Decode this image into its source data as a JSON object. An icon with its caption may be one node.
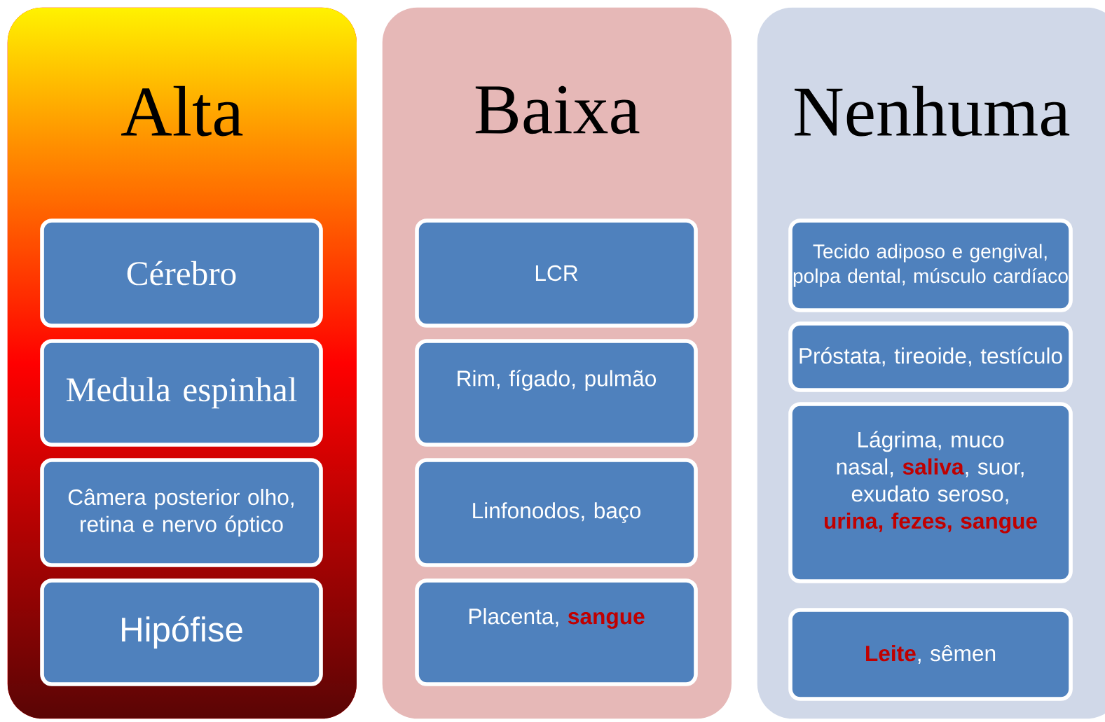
{
  "diagram": {
    "nodes": [
      {
        "text": [
          "Alta"
        ]
      },
      {
        "text": [
          "Cérebro"
        ],
        "in": 0
      },
      {
        "text": [
          "Medula espinhal"
        ],
        "in": 0
      },
      {
        "text": [
          "Câmera posterior olho, retina e nervo óptico"
        ],
        "in": 0
      },
      {
        "text": [
          "Hipófise"
        ],
        "in": 0
      },
      {
        "text": [
          "Baixa"
        ]
      },
      {
        "text": [
          "LCR"
        ],
        "in": 5
      },
      {
        "text": [
          "Rim, fígado, pulmão"
        ],
        "in": 5
      },
      {
        "text": [
          "Linfonodos, baço"
        ],
        "in": 5
      },
      {
        "text": [
          "Placenta, **sangue**"
        ],
        "in": 5
      },
      {
        "text": [
          "Nenhuma"
        ]
      },
      {
        "text": [
          "Tecido adiposo e gengival, polpa dental, músculo cardíaco"
        ],
        "in": 10
      },
      {
        "text": [
          "Próstata, tireoide, testículo"
        ],
        "in": 10
      },
      {
        "text": [
          "Lágrima, muco nasal, **saliva**, suor, exudato seroso, **urina, fezes, sangue**"
        ],
        "in": 10
      },
      {
        "text": [
          "**Leite**, sêmen"
        ],
        "in": 10
      }
    ]
  }
}
